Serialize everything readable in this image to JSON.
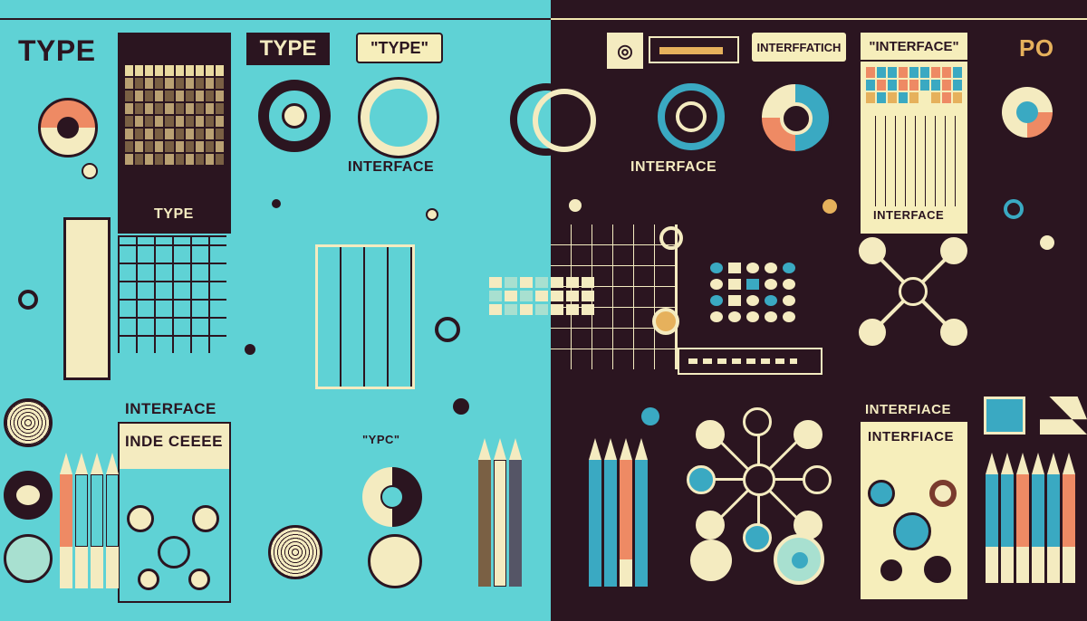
{
  "colors": {
    "left_background": "#5fd2d5",
    "right_background": "#2b1520",
    "cream": "#f6eebb",
    "coral": "#ee8a64",
    "teal": "#3aa9c2",
    "maroon": "#2b1520"
  },
  "left": {
    "heading": "TYPE",
    "type_box": "TYPE",
    "type_quoted": "\"TYPE\"",
    "dark_panel_caption": "TYPE",
    "interface_label": "INTERFACE",
    "bottom_interface_label": "INTERFACE",
    "bottom_panel_caption": "INDE CEEEE",
    "small_type_label": "\"YPC\""
  },
  "right": {
    "interface_box": "INTERFFATICH",
    "interface_quoted": "\"INTERFACE\"",
    "interface_label": "INTERFACE",
    "cream_panel_caption": "INTERFACE",
    "corner_label": "PO",
    "bottom_interface_label": "INTERFIACE",
    "bottom_panel_caption": "INTERFIACE"
  }
}
